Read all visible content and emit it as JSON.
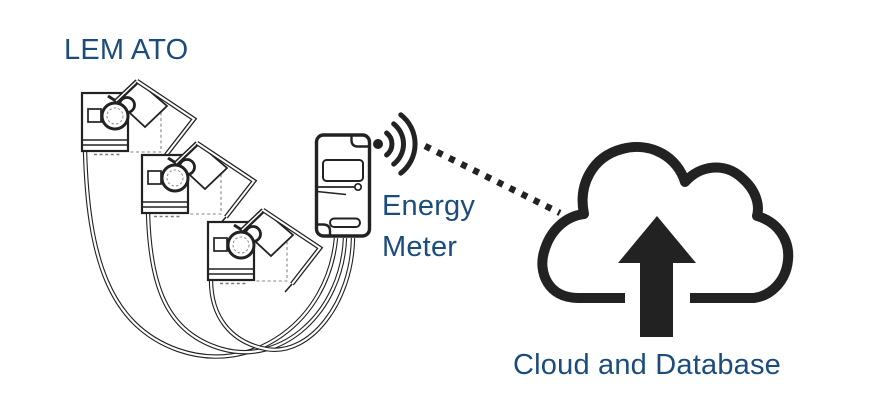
{
  "colors": {
    "background": "#ffffff",
    "label_text": "#1b4c7e",
    "line_art": "#222222"
  },
  "diagram": {
    "nodes": [
      {
        "id": "lem-ato",
        "label": "LEM ATO",
        "icon": "current-transformer-sensor",
        "sensor_count": 3
      },
      {
        "id": "energy-meter",
        "label": "Energy Meter",
        "label_line1": "Energy",
        "label_line2": "Meter",
        "icon": "energy-meter-device"
      },
      {
        "id": "cloud",
        "label": "Cloud and Database",
        "icon": "cloud-upload"
      }
    ],
    "connections": [
      {
        "from": "lem-ato",
        "to": "energy-meter",
        "type": "wired",
        "rendering": "curved-cables"
      },
      {
        "from": "energy-meter",
        "to": "cloud",
        "type": "wireless",
        "rendering": "wifi-signal-and-dotted-line"
      }
    ]
  }
}
